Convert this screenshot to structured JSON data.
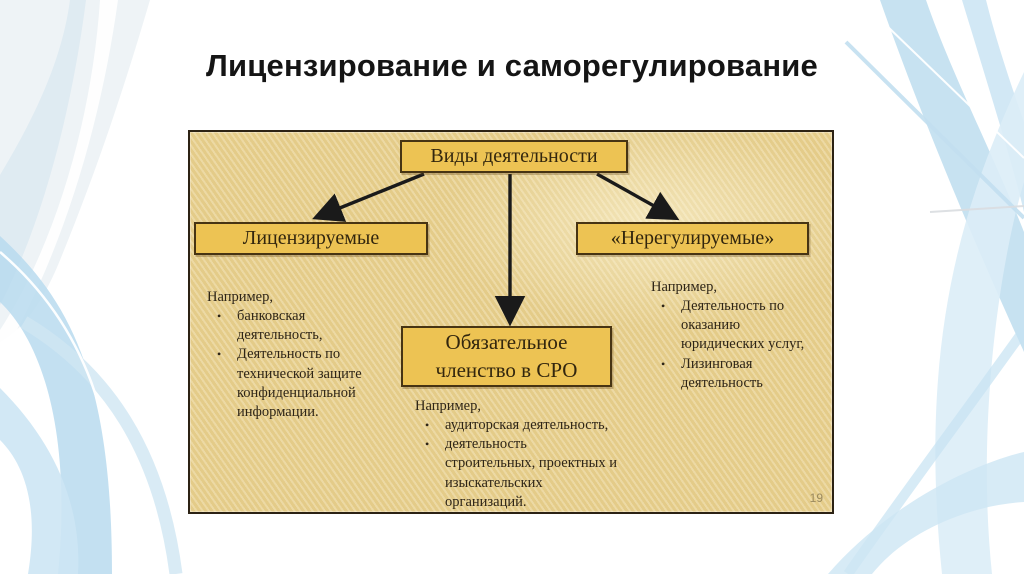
{
  "slide": {
    "title": "Лицензирование и саморегулирование",
    "page_number": "19",
    "bullet_char": "•"
  },
  "diagram": {
    "root_box": "Виды деятельности",
    "left_box": "Лицензируемые",
    "right_box": "«Нерегулируемые»",
    "center_box": "Обязательное членство в СРО",
    "left_examples": {
      "intro": "Например,",
      "items": [
        "банковская\nдеятельность,",
        "Деятельность по\nтехнической защите\nконфиденциальной\nинформации."
      ]
    },
    "right_examples": {
      "intro": "Например,",
      "items": [
        "Деятельность по\nоказанию\nюридических услуг,",
        "Лизинговая\nдеятельность"
      ]
    },
    "center_examples": {
      "intro": "Например,",
      "items": [
        "аудиторская деятельность,",
        "деятельность\nстроительных, проектных и\nизыскательских\nорганизаций."
      ]
    },
    "colors": {
      "box_fill": "#edc353",
      "box_border": "#473413",
      "panel_background": "#e8d08d",
      "panel_border": "#2c2214",
      "arrow": "#1a1a1a",
      "decor_blue": "#b9dbee",
      "decor_blue_light": "#cde6f4",
      "text_dark": "#2e2517",
      "page_number_color": "#9b8a5e"
    }
  }
}
